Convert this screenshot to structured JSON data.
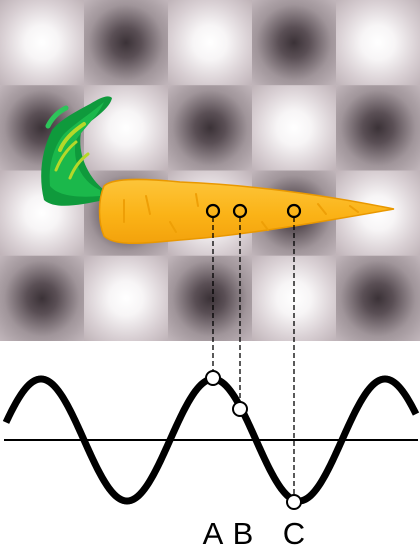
{
  "points": [
    {
      "id": "A",
      "label": "A",
      "phase": 0.25
    },
    {
      "id": "B",
      "label": "B",
      "phase": 0.33
    },
    {
      "id": "C",
      "label": "C",
      "phase": 0.5
    }
  ],
  "pattern": {
    "rows": 4,
    "cols": 5,
    "bright_color": "#ffffff",
    "dark_color": "#3f353a",
    "mid_color": "#c5b9be"
  },
  "carrot": {
    "body_color": "#fbb317",
    "body_edge": "#e99800",
    "stripe_color": "#ee9f06",
    "tip_color": "#fdc328",
    "leaf_dark": "#0f9a3c",
    "leaf_mid": "#1bb84b",
    "leaf_light": "#b5d829"
  },
  "wave": {
    "color": "#000000"
  }
}
